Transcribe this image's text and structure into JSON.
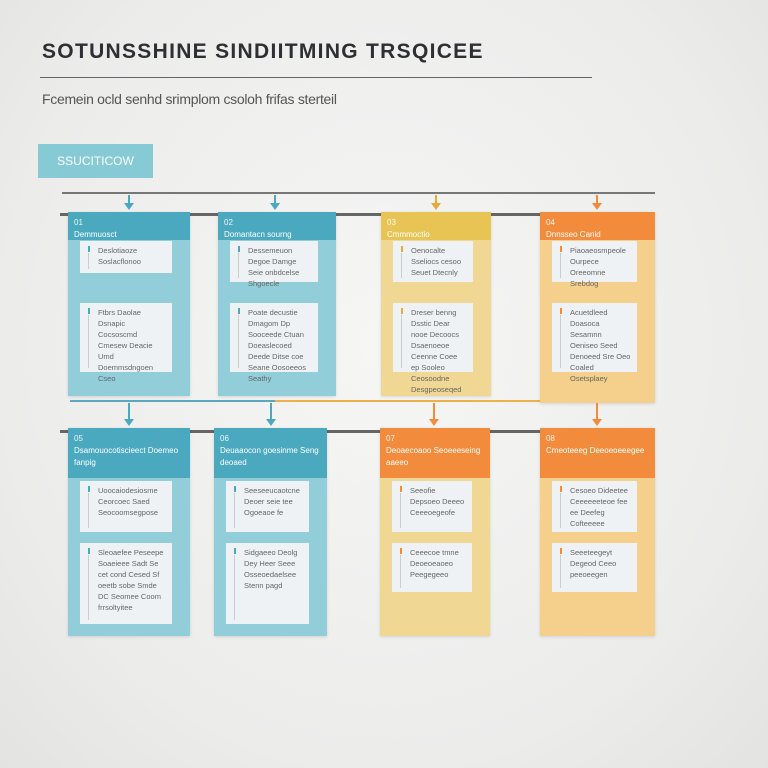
{
  "title": "SOTUNSSHINE SINDIITMING TRSQICEE",
  "subtitle": "Fcemein ocld senhd srimplom csoloh frifas sterteil",
  "tag": "SSUCITICOW",
  "colors": {
    "teal_header": "#4aa8bf",
    "teal_body": "#92cdda",
    "yellow_header": "#e8c455",
    "yellow_body": "#f1d794",
    "orange_header": "#f28c3c",
    "orange_body": "#f5d08c",
    "line": "#666666"
  },
  "cards": [
    {
      "num": "01",
      "title": "Demmuosct",
      "items": [
        "Deslotiaoze Soslacflonoo",
        "Ftbrs Daolae Dsnapic Cocsoscmd Cmesew Deacie Umd Doemmsdngoen Cseo"
      ]
    },
    {
      "num": "02",
      "title": "Domantacn sourng",
      "items": [
        "Dessemeuon Degoe Damge Seie onbdcelse Shgoecle",
        "Poate decustie Dmagom Dp Sooceede Ctuan Doeaslecoed Deede Ditse coe Seane Oosoeeos Seathy"
      ]
    },
    {
      "num": "03",
      "title": "Cmmmoctio",
      "items": [
        "Oenocalte Sseliocs cesoo Seuet Dtecnly",
        "Dreser benng Dsstic Dear nooe Decoocs Dsaenoeoe Ceenne Coee ep Sooleo Ceosoodne Desgpeoseqed"
      ]
    },
    {
      "num": "04",
      "title": "Dnnsseo Canid",
      "items": [
        "Piaoaeosmpeole Ourpece Oreeomne Srebdog",
        "Acuetdleed Doasoca Sesamnn Oeniseo Seed Denoeed Sre Oeo Coaled Osetsplaey"
      ]
    },
    {
      "num": "05",
      "title": "Dsamouocotiscieect Doemeo fanpig",
      "items": [
        "Uoocaiodesiosme Ceorcoec Saed Seocoomsegpose",
        "Sleoaefee Peseepe Soaeieee Sadt Se cet cond Cesed Sf oeetb sobe Smde DC Seomee Coom frrsoltyitee"
      ]
    },
    {
      "num": "06",
      "title": "Deuaaocon goesinme Seng deoaed",
      "items": [
        "Seeseeucaotcne Deoer seie tee Ogoeaoe fe",
        "Sidgaeeo Deolg Dey Heer Seee Osseoedaelsee Stenn pagd"
      ]
    },
    {
      "num": "07",
      "title": "Deoaecoaoo Seoeeeseing aaeeo",
      "items": [
        "Seeofie Depsoeo Deeeo Ceeeoegeofe",
        "Ceeecoe tmne Deoeoeaoeo Peegegeeo"
      ]
    },
    {
      "num": "08",
      "title": "Cmeoteeeg Deeoeoeeegee",
      "items": [
        "Cesoeo Dideetee Ceeeeeeteoe fee ee Deefeg Cofteeeee",
        "Seeeteegeyt Degeod Ceeo peeoeegen"
      ]
    }
  ]
}
